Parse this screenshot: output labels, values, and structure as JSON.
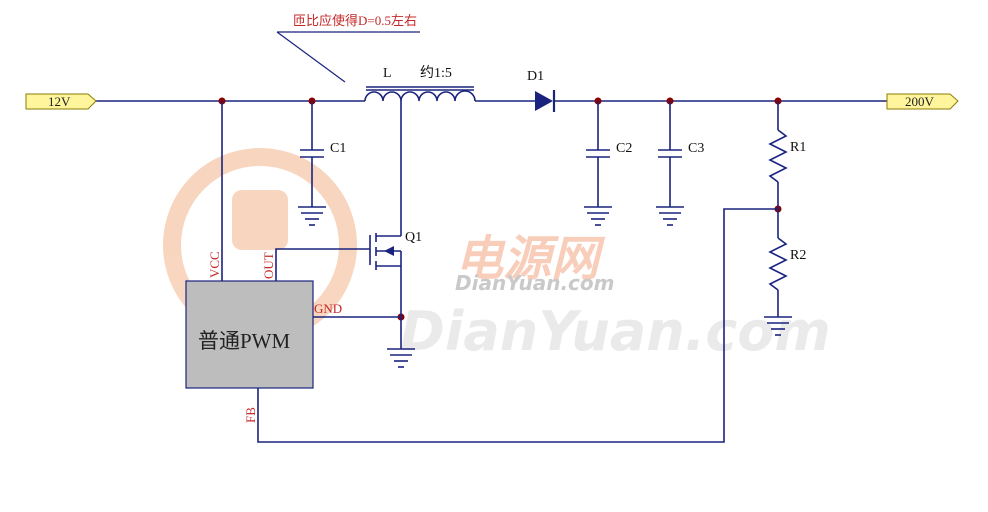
{
  "annotation": "匝比应使得D=0.5左右",
  "input_port": "12V",
  "output_port": "200V",
  "inductor": {
    "name": "L",
    "ratio": "约1:5"
  },
  "diode": "D1",
  "transistor": "Q1",
  "capacitors": [
    "C1",
    "C2",
    "C3"
  ],
  "resistors": [
    "R1",
    "R2"
  ],
  "pwm": {
    "label": "普通PWM",
    "pins": {
      "vcc": "VCC",
      "out": "OUT",
      "gnd": "GND",
      "fb": "FB"
    }
  },
  "watermark": {
    "cn": "电源网",
    "small": "DianYuan.com",
    "large": "DianYuan.com"
  },
  "colors": {
    "wire": "#1a237e",
    "junction": "#8b0000",
    "port_fill": "#fff59d",
    "pwm_fill": "#bdbdbd",
    "pin_label": "#c62828",
    "watermark": "#f4a582"
  }
}
